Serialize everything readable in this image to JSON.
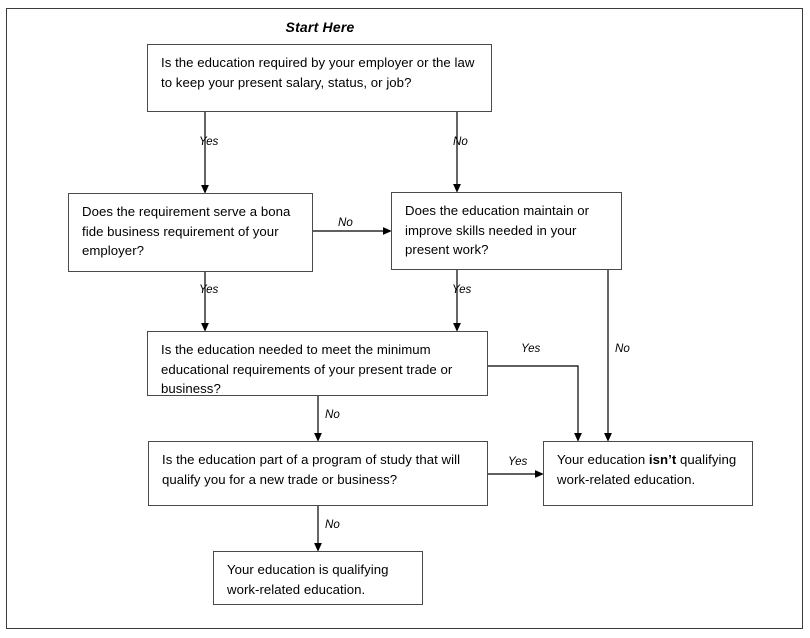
{
  "title": "Start Here",
  "nodes": {
    "q1": "Is the education required by your employer or the law to keep your present salary, status, or job?",
    "q2": "Does the requirement serve a bona fide business requirement of your employer?",
    "q3": "Does the education maintain or improve skills needed in your present work?",
    "q4": "Is the education needed to meet the minimum educational requirements of your present trade or business?",
    "q5": "Is the education part of a program of study that will qualify you for a new trade or business?",
    "r_not_qualifying_pre": "Your education ",
    "r_not_qualifying_bold": "isn’t",
    "r_not_qualifying_post": " qualifying work-related education.",
    "r_qualifying": "Your education is qualifying work-related education."
  },
  "edge_labels": {
    "q1_yes": "Yes",
    "q1_no": "No",
    "q2_no": "No",
    "q2_yes": "Yes",
    "q3_yes": "Yes",
    "q3_no": "No",
    "q4_yes": "Yes",
    "q4_no": "No",
    "q5_yes": "Yes",
    "q5_no": "No"
  },
  "colors": {
    "frame": "#3b3b3b",
    "box_border": "#4a4a4a",
    "wire": "#000000",
    "background": "#ffffff",
    "text": "#000000"
  }
}
